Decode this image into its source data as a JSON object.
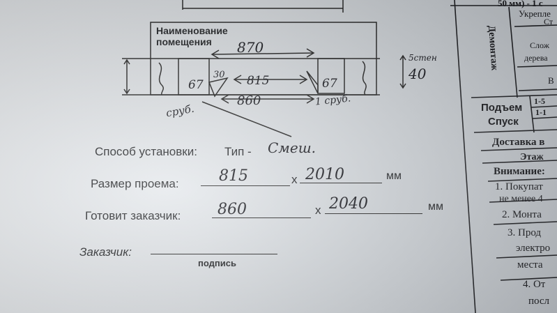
{
  "top_strip": "50 мм) - 1 с",
  "box_title_line1": "Наименование",
  "box_title_line2": "помещения",
  "sketch": {
    "dim_870": "870",
    "dim_815": "815",
    "dim_860": "860",
    "dim_30": "30",
    "left_67": "67",
    "right_67": "67",
    "right_depth": "5стен",
    "right_40": "40",
    "left_note": "сруб.",
    "right_note": "1 сруб."
  },
  "form": {
    "method_label": "Способ установки:",
    "method_type_label": "Тип -",
    "method_value": "Смеш.",
    "opening_label": "Размер проема:",
    "opening_w": "815",
    "opening_x": "х",
    "opening_h": "2010",
    "opening_unit": "мм",
    "prepare_label": "Готовит заказчик:",
    "prepare_w": "860",
    "prepare_x": "х",
    "prepare_h": "2040",
    "prepare_unit": "мм",
    "customer_label": "Заказчик:",
    "signature_caption": "подпись"
  },
  "table": {
    "demontazh": "Демонтаж",
    "ukreple": "Укрепле",
    "st": "Ст",
    "slozh": "Слож",
    "dereva": "дерева",
    "v": "В",
    "podiem": "Подъем",
    "spusk": "Спуск",
    "r1": "1-5",
    "r2": "1-1",
    "dostavka": "Доставка в",
    "etazh": "Этаж",
    "vnimanie": "Внимание:",
    "n1": "1. Покупат",
    "n1b": "не менее 4",
    "n2": "2. Монта",
    "n3": "3. Прод",
    "n3b": "электро",
    "n3c": "места",
    "n4": "4. От",
    "n4b": "посл"
  }
}
